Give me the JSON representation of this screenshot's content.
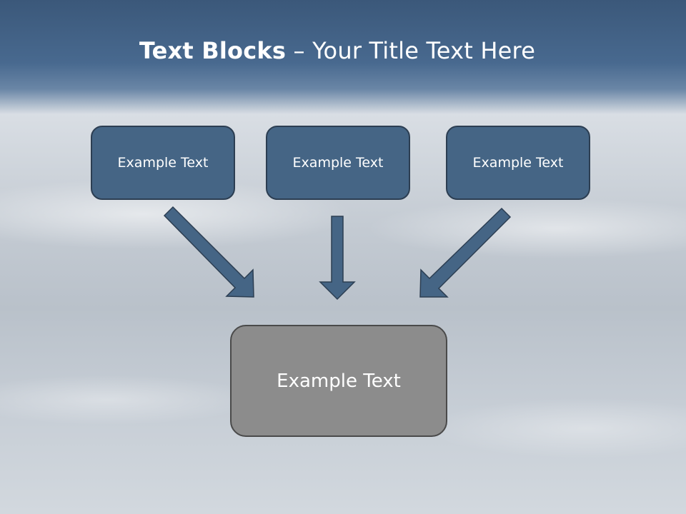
{
  "slide": {
    "title_bold": "Text Blocks",
    "title_sep": " – ",
    "title_rest": "Your Title Text Here"
  },
  "blocks": [
    {
      "label": "Example Text"
    },
    {
      "label": "Example Text"
    },
    {
      "label": "Example Text"
    }
  ],
  "target": {
    "label": "Example Text"
  },
  "colors": {
    "header": "#3b587a",
    "block_fill": "#456585",
    "block_border": "#2c3e52",
    "target_fill": "#8c8c8c",
    "arrow_fill": "#456585"
  }
}
